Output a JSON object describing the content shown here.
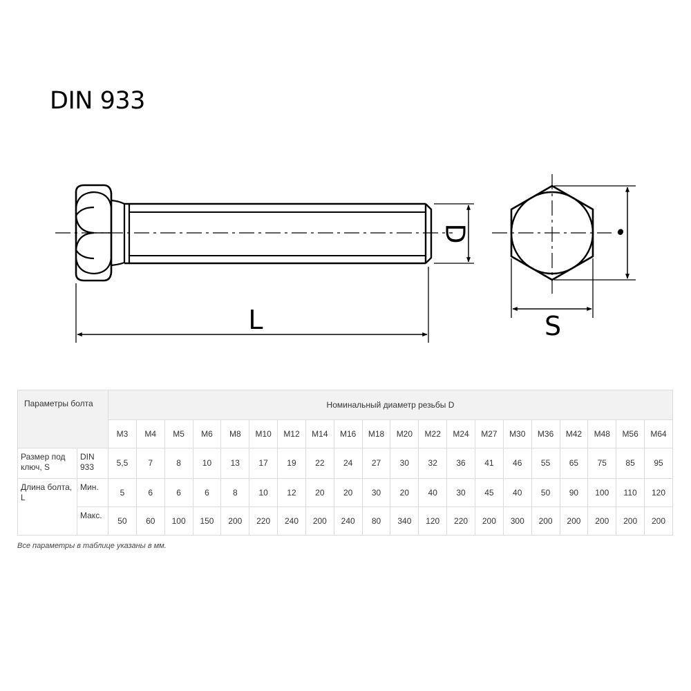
{
  "title": "DIN 933",
  "drawing": {
    "length_label": "L",
    "diameter_label": "D",
    "wrench_label": "S"
  },
  "table": {
    "param_header": "Параметры болта",
    "group_header": "Номинальный диаметр резьбы D",
    "sizes": [
      "M3",
      "M4",
      "M5",
      "M6",
      "M8",
      "M10",
      "M12",
      "M14",
      "M16",
      "M18",
      "M20",
      "M22",
      "M24",
      "M27",
      "M30",
      "M36",
      "M42",
      "M48",
      "M56",
      "M64"
    ],
    "rows": [
      {
        "label": "Размер под ключ, S",
        "sub": "DIN 933",
        "values": [
          "5,5",
          "7",
          "8",
          "10",
          "13",
          "17",
          "19",
          "22",
          "24",
          "27",
          "30",
          "32",
          "36",
          "41",
          "46",
          "55",
          "65",
          "75",
          "85",
          "95"
        ]
      },
      {
        "label": "Длина болта, L",
        "sub": "Мин.",
        "values": [
          "5",
          "6",
          "6",
          "6",
          "8",
          "10",
          "12",
          "20",
          "20",
          "30",
          "20",
          "40",
          "30",
          "45",
          "40",
          "50",
          "90",
          "100",
          "110",
          "120"
        ]
      },
      {
        "sub": "Макс.",
        "values": [
          "50",
          "60",
          "100",
          "150",
          "200",
          "220",
          "240",
          "200",
          "240",
          "80",
          "340",
          "120",
          "220",
          "200",
          "300",
          "200",
          "200",
          "200",
          "200",
          "200"
        ]
      }
    ]
  },
  "footnote": "Все параметры в таблице указаны в мм."
}
